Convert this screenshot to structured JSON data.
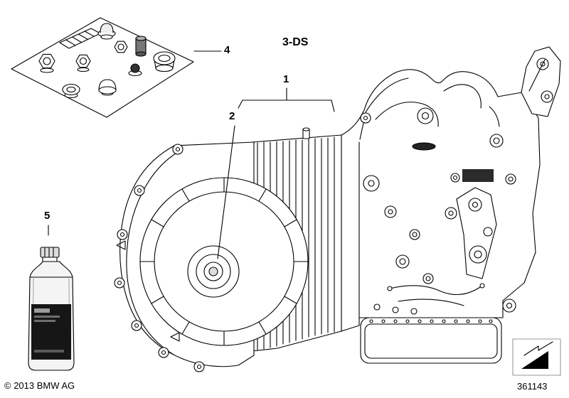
{
  "page": {
    "background_color": "#ffffff",
    "line_color": "#000000",
    "copyright": "© 2013 BMW AG",
    "drawing_number": "361143"
  },
  "callouts": {
    "item_1": "1",
    "item_2": "2",
    "item_4": "4",
    "item_5": "5",
    "variant_code": "3-DS"
  }
}
